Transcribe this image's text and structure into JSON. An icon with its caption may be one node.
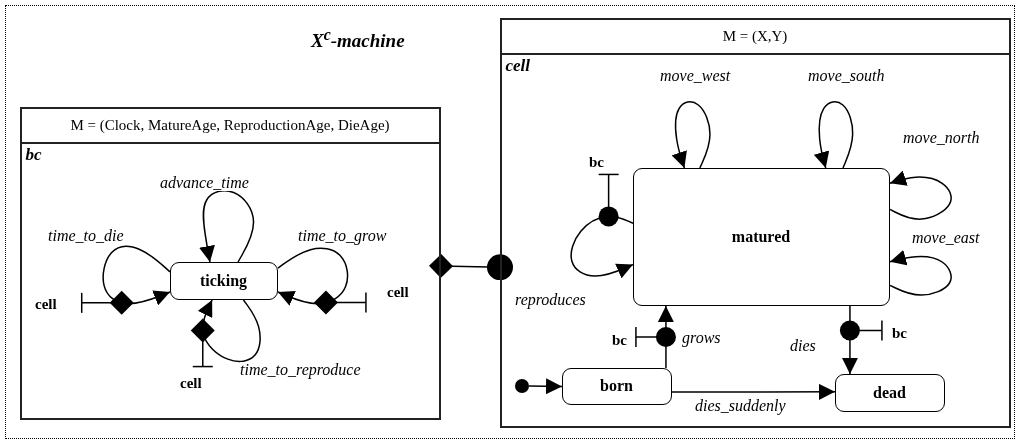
{
  "diagram": {
    "nodes": [
      {
        "text": [
          "X$^{c}$-machine"
        ]
      },
      {
        "text": [
          "M = (Clock, MatureAge, ReproductionAge, DieAge)",
          "bc"
        ],
        "in": 0
      },
      {
        "text": [
          "ticking"
        ],
        "in": 1
      },
      {
        "text": [
          "M = (X,Y)",
          "cell"
        ],
        "in": 0
      },
      {
        "text": [
          "matured"
        ],
        "in": 3
      },
      {
        "text": [
          "born"
        ],
        "in": 3
      },
      {
        "text": [
          "dead"
        ],
        "in": 3
      },
      {
        "text": [],
        "shape": "circle",
        "in": 3
      }
    ],
    "edges": [
      {
        "from": 2,
        "to": 2,
        "arrow": "to",
        "label": "advance_time"
      },
      {
        "from": 2,
        "to": 2,
        "arrow": "to",
        "label": "time_to_die"
      },
      {
        "from": 2,
        "to": 2,
        "arrow": "to",
        "label": "time_to_grow"
      },
      {
        "from": 2,
        "to": 2,
        "arrow": "to",
        "label": "time_to_reproduce"
      },
      {
        "from": 1,
        "to": 3,
        "arrow": "other"
      },
      {
        "from": 4,
        "to": 4,
        "arrow": "to",
        "label": "move_west"
      },
      {
        "from": 4,
        "to": 4,
        "arrow": "to",
        "label": "move_south"
      },
      {
        "from": 4,
        "to": 4,
        "arrow": "to",
        "label": "move_north"
      },
      {
        "from": 4,
        "to": 4,
        "arrow": "to",
        "label": "move_east"
      },
      {
        "from": 4,
        "to": 4,
        "arrow": "to",
        "label": "reproduces"
      },
      {
        "from": 5,
        "to": 4,
        "arrow": "to",
        "label": "grows"
      },
      {
        "from": 4,
        "to": 6,
        "arrow": "to",
        "label": "dies"
      },
      {
        "from": 5,
        "to": 6,
        "arrow": "to",
        "label": "dies_suddenly"
      },
      {
        "from": 7,
        "to": 5,
        "arrow": "to"
      }
    ],
    "labels": [
      "cell",
      "cell",
      "cell",
      "bc",
      "bc",
      "bc"
    ]
  }
}
